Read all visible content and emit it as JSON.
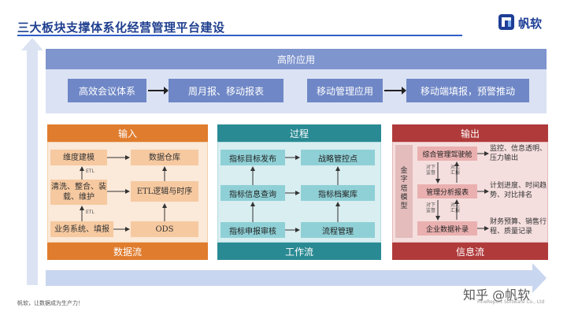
{
  "title": "三大板块支撑体系化经营管理平台建设",
  "brand": {
    "name": "帆软",
    "color": "#1e3e96"
  },
  "high_level": {
    "header": "高阶应用",
    "items": [
      "高效会议体系",
      "周月报、移动报表",
      "移动管理应用",
      "移动端填报，预警推动"
    ]
  },
  "input_panel": {
    "header": "输入",
    "footer": "数据流",
    "color": "#e07c2e",
    "boxes": {
      "dim": "维度建模",
      "dw": "数据仓库",
      "clean": "清洗、整合、装载、维护",
      "etl": "ETL逻辑与时序",
      "biz": "业务系统、填报",
      "ods": "ODS"
    },
    "arrow_labels": [
      "ETL",
      "ETL"
    ]
  },
  "process_panel": {
    "header": "过程",
    "footer": "工作流",
    "color": "#2a8a93",
    "boxes": {
      "publish": "指标目标发布",
      "strategy": "战略管控点",
      "query": "指标信息查询",
      "archive": "指标档案库",
      "audit": "指标申报审核",
      "flow": "流程管理"
    }
  },
  "output_panel": {
    "header": "输出",
    "footer": "信息流",
    "color": "#b03a3a",
    "pyramid_label": "金字塔模型",
    "boxes": {
      "cockpit": "综合管理驾驶舱",
      "report": "管理分析报表",
      "supplement": "企业数据补录"
    },
    "notes": {
      "cockpit": "监控、信息透明、压力输出",
      "report": "计划进度、时间趋势、对比排名",
      "supplement": "财务预算、销售行程、质量记录"
    },
    "mini_labels": [
      "对下监督",
      "对上汇报",
      "对下监督",
      "对上汇报"
    ]
  },
  "footer_text": "帆软，让数据成为生产力！",
  "watermark": "知乎 @帆软",
  "watermark_sub": "FineReport Software Co., Ltd"
}
